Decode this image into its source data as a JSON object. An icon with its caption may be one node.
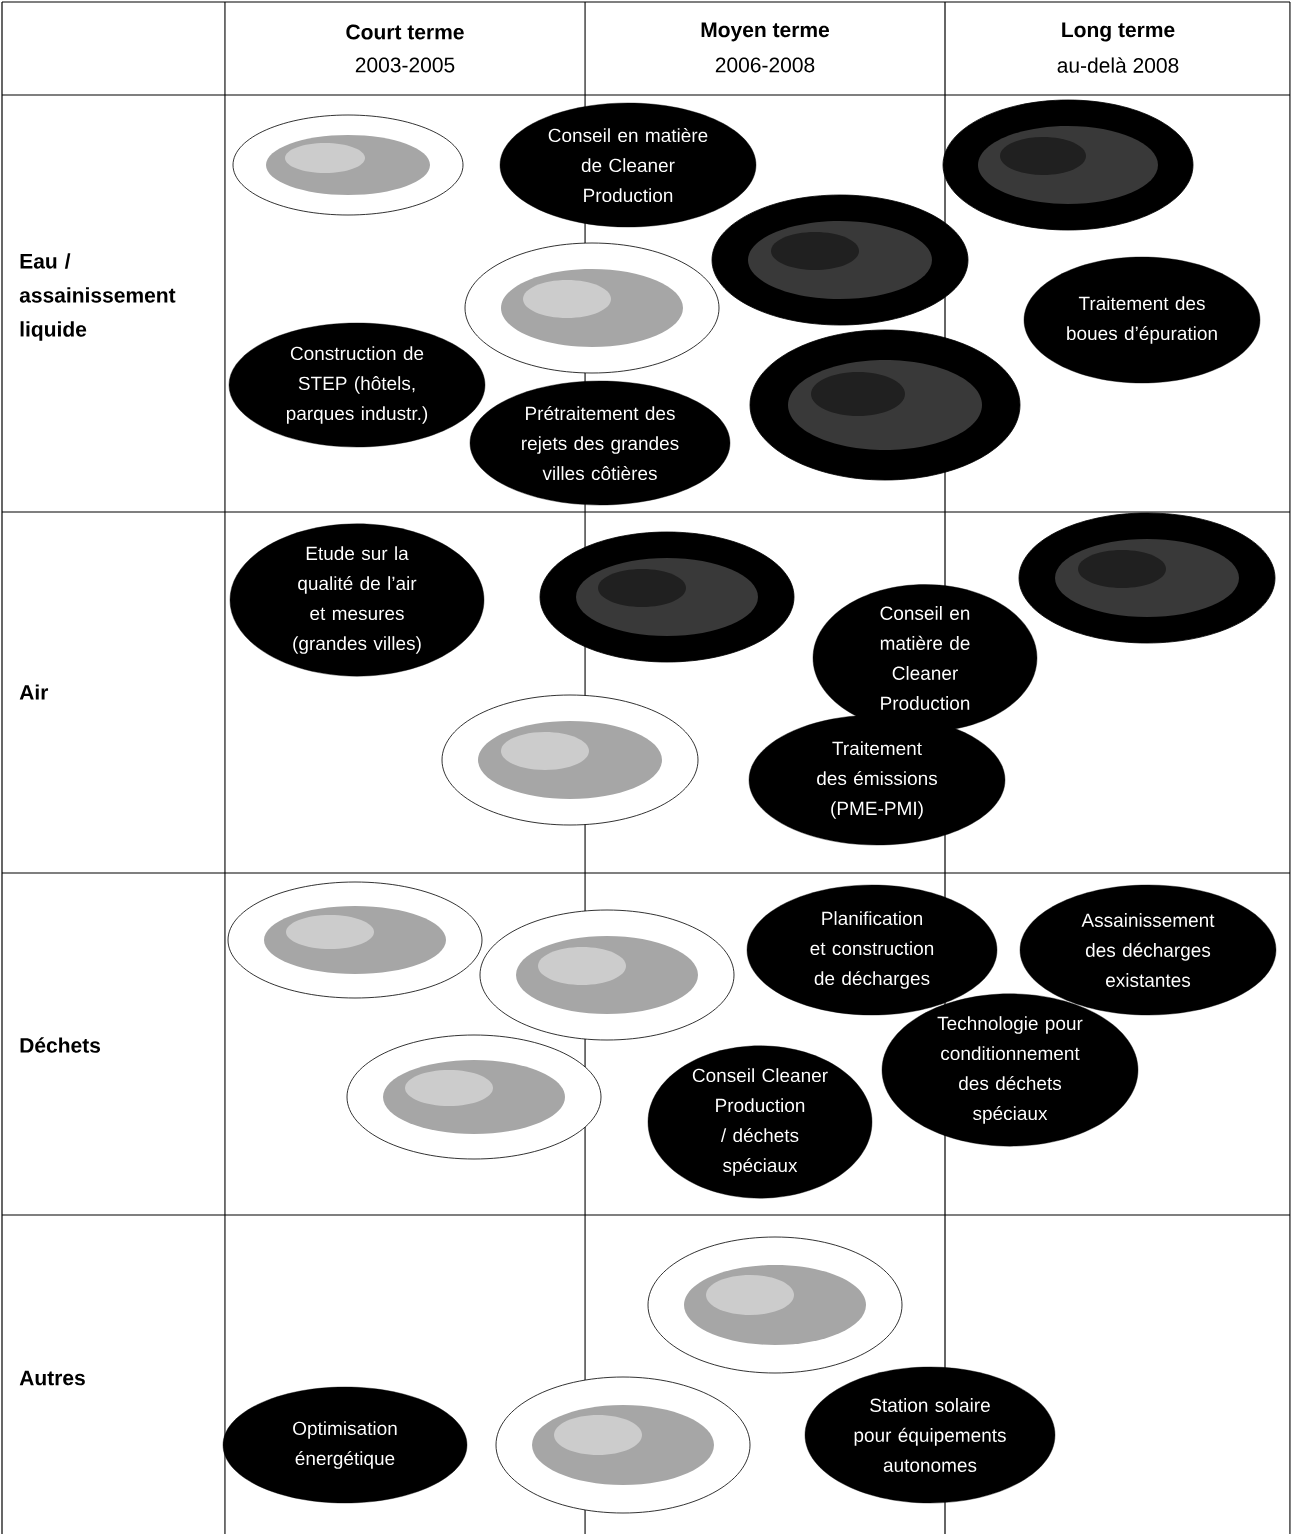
{
  "diagram": {
    "nodes": [
      {
        "text": [],
        "shape": "ellipse"
      },
      {
        "text": [
          "Conseil en matière de Cleaner Production"
        ]
      },
      {
        "text": [],
        "shape": "ellipse"
      },
      {
        "text": [],
        "shape": "ellipse"
      },
      {
        "text": [],
        "shape": "ellipse"
      },
      {
        "text": [
          "Traitement des boues d’épuration"
        ]
      },
      {
        "text": [
          "Construction de STEP (hôtels, parques industr.)"
        ]
      },
      {
        "text": [
          "Prétraitement des rejets des grandes villes côtières"
        ]
      },
      {
        "text": [],
        "shape": "ellipse"
      },
      {
        "text": [
          "Etude sur la qualité de l’air et mesures (grandes villes)"
        ]
      },
      {
        "text": [],
        "shape": "ellipse"
      },
      {
        "text": [],
        "shape": "ellipse"
      },
      {
        "text": [
          "Conseil en matière de Cleaner Production"
        ]
      },
      {
        "text": [],
        "shape": "ellipse"
      },
      {
        "text": [
          "Traitement des émissions (PME-PMI)"
        ]
      },
      {
        "text": [],
        "shape": "ellipse"
      },
      {
        "text": [],
        "shape": "ellipse"
      },
      {
        "text": [
          "Planification et construction de décharges"
        ]
      },
      {
        "text": [
          "Assainissement des décharges existantes"
        ]
      },
      {
        "text": [
          "Technologie pour conditionnement des déchets spéciaux"
        ]
      },
      {
        "text": [],
        "shape": "ellipse"
      },
      {
        "text": [
          "Conseil Cleaner Production / déchets spéciaux"
        ]
      },
      {
        "text": [],
        "shape": "ellipse"
      },
      {
        "text": [
          "Optimisation énergétique"
        ]
      },
      {
        "text": [],
        "shape": "ellipse"
      },
      {
        "text": [
          "Station solaire pour équipements autonomes"
        ]
      }
    ],
    "labels": [
      "Court terme",
      "2003-2005",
      "Moyen terme",
      "2006-2008",
      "Long terme",
      "au-delà 2008",
      "Eau / assainissement liquide",
      "Air",
      "Déchets",
      "Autres"
    ]
  }
}
